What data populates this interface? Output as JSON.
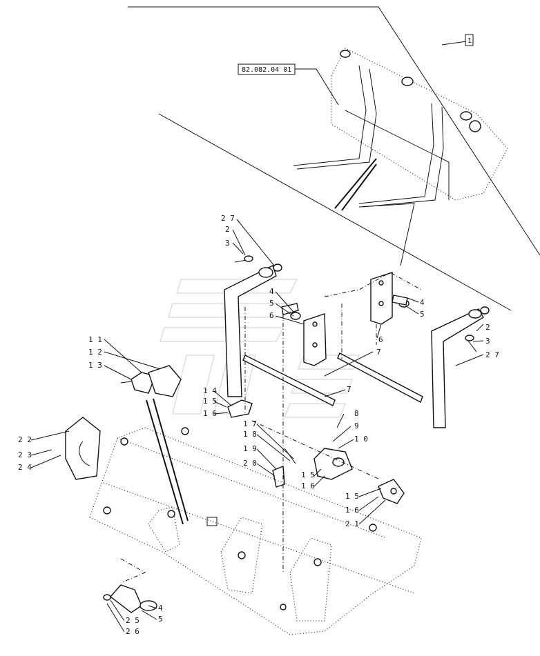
{
  "reference_box": "82.082.04 01",
  "assembly_marker": "1",
  "callouts": [
    {
      "id": "c27a",
      "text": "2 7"
    },
    {
      "id": "c2a",
      "text": "2"
    },
    {
      "id": "c3a",
      "text": "3"
    },
    {
      "id": "c4a",
      "text": "4"
    },
    {
      "id": "c5a",
      "text": "5"
    },
    {
      "id": "c6a",
      "text": "6"
    },
    {
      "id": "c4b",
      "text": "4"
    },
    {
      "id": "c5b",
      "text": "5"
    },
    {
      "id": "c6b",
      "text": "6"
    },
    {
      "id": "c7a",
      "text": "7"
    },
    {
      "id": "c7b",
      "text": "7"
    },
    {
      "id": "c2b",
      "text": "2"
    },
    {
      "id": "c3b",
      "text": "3"
    },
    {
      "id": "c27b",
      "text": "2 7"
    },
    {
      "id": "c11",
      "text": "1 1"
    },
    {
      "id": "c12",
      "text": "1 2"
    },
    {
      "id": "c13",
      "text": "1 3"
    },
    {
      "id": "c14",
      "text": "1 4"
    },
    {
      "id": "c15a",
      "text": "1 5"
    },
    {
      "id": "c16a",
      "text": "1 6"
    },
    {
      "id": "c17",
      "text": "1 7"
    },
    {
      "id": "c18",
      "text": "1 8"
    },
    {
      "id": "c19",
      "text": "1 9"
    },
    {
      "id": "c20",
      "text": "2 0"
    },
    {
      "id": "c8",
      "text": "8"
    },
    {
      "id": "c9",
      "text": "9"
    },
    {
      "id": "c10",
      "text": "1 0"
    },
    {
      "id": "c15b",
      "text": "1 5"
    },
    {
      "id": "c16b",
      "text": "1 6"
    },
    {
      "id": "c15c",
      "text": "1 5"
    },
    {
      "id": "c16c",
      "text": "1 6"
    },
    {
      "id": "c21",
      "text": "2 1"
    },
    {
      "id": "c22",
      "text": "2 2"
    },
    {
      "id": "c23",
      "text": "2 3"
    },
    {
      "id": "c24",
      "text": "2 4"
    },
    {
      "id": "c4c",
      "text": "4"
    },
    {
      "id": "c5c",
      "text": "5"
    },
    {
      "id": "c25",
      "text": "2 5"
    },
    {
      "id": "c26",
      "text": "2 6"
    }
  ]
}
